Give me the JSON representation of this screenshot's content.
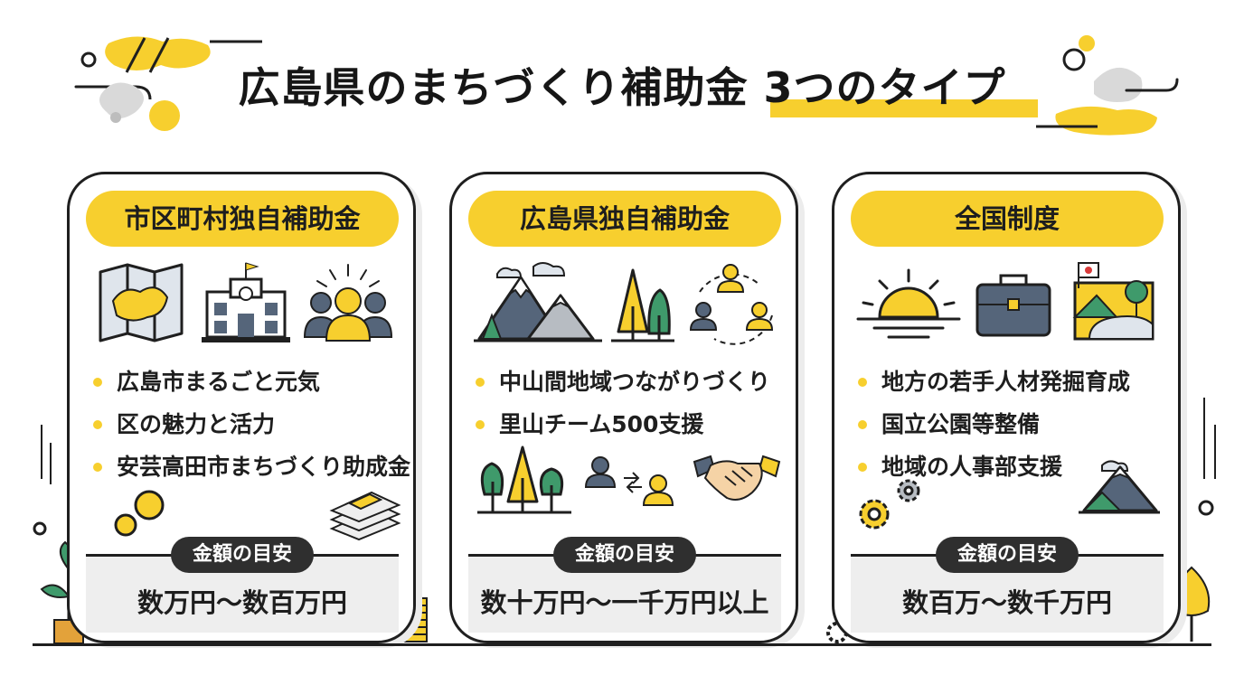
{
  "title": "広島県のまちづくり補助金 3つのタイプ",
  "colors": {
    "accent": "#f7cf2e",
    "dark": "#2f2f2f",
    "panel": "#eeeeee",
    "slate": "#55657a",
    "green": "#3f9a6b"
  },
  "cards": [
    {
      "heading": "市区町村独自補助金",
      "icons": [
        "prefecture-map-icon",
        "city-hall-icon",
        "community-people-icon"
      ],
      "items": [
        "広島市まるごと元気",
        "区の魅力と活力",
        "安芸高田市まちづくり助成金"
      ],
      "amount_label": "金額の目安",
      "amount": "数万円〜数百万円"
    },
    {
      "heading": "広島県独自補助金",
      "icons": [
        "mountain-icon",
        "trees-icon",
        "people-network-icon"
      ],
      "items": [
        "中山間地域つながりづくり",
        "里山チーム500支援"
      ],
      "amount_label": "金額の目安",
      "amount": "数十万円〜一千万円以上"
    },
    {
      "heading": "全国制度",
      "icons": [
        "sunrise-icon",
        "briefcase-icon",
        "national-park-icon"
      ],
      "items": [
        "地方の若手人材発掘育成",
        "国立公園等整備",
        "地域の人事部支援"
      ],
      "amount_label": "金額の目安",
      "amount": "数百万〜数千万円"
    }
  ]
}
